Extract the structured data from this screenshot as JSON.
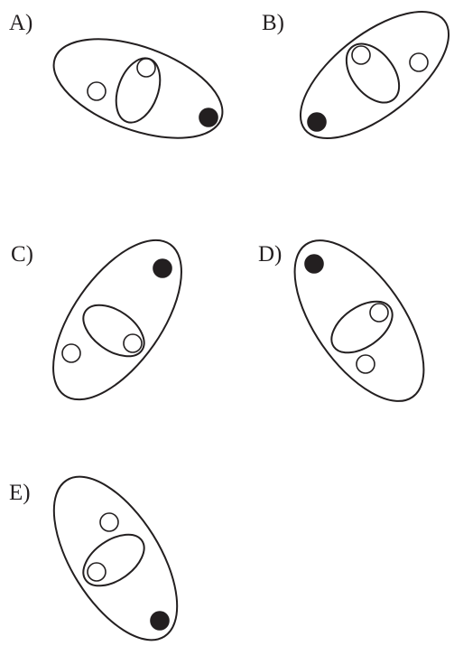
{
  "colors": {
    "ink": "#231f20",
    "background": "#ffffff"
  },
  "options": [
    {
      "label": "A)",
      "dots": [
        "open",
        "open",
        "filled"
      ]
    },
    {
      "label": "B)",
      "dots": [
        "open",
        "open",
        "filled"
      ]
    },
    {
      "label": "C)",
      "dots": [
        "filled",
        "open",
        "open"
      ]
    },
    {
      "label": "D)",
      "dots": [
        "filled",
        "open",
        "open"
      ]
    },
    {
      "label": "E)",
      "dots": [
        "open",
        "open",
        "filled"
      ]
    }
  ]
}
